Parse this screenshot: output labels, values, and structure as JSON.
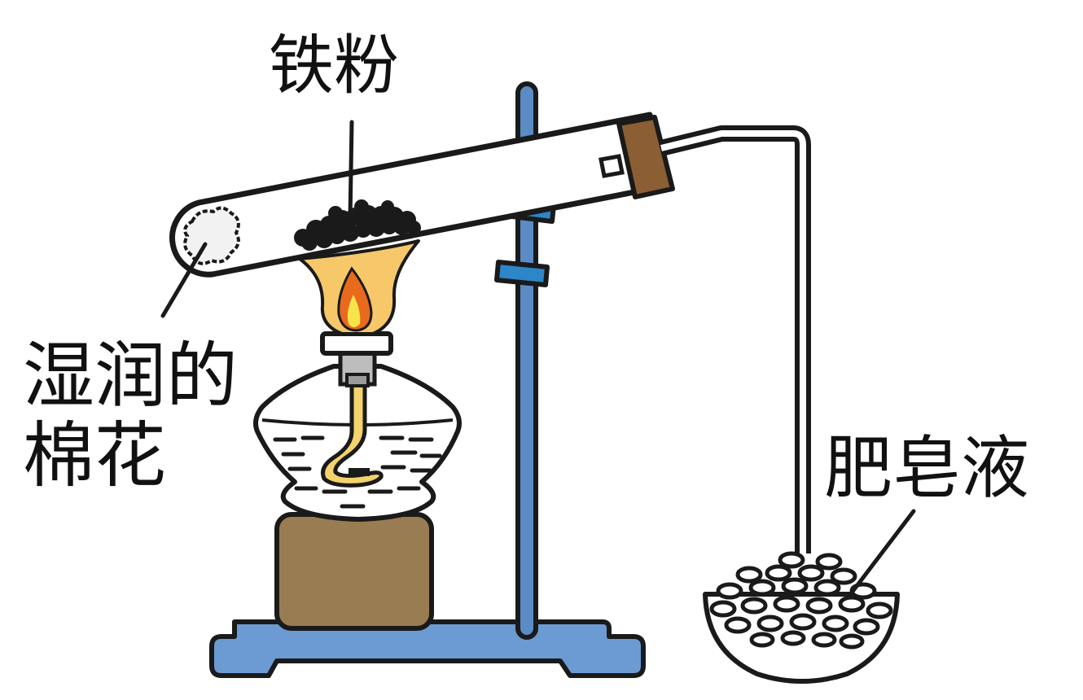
{
  "labels": {
    "iron_powder": "铁粉",
    "wet_cotton_line1": "湿润的",
    "wet_cotton_line2": "棉花",
    "soap_solution": "肥皂液"
  },
  "colors": {
    "outline": "#1a1a1a",
    "stand_blue": "#6b9bd2",
    "rod_blue": "#5b8cc6",
    "clamp_blue": "#2c86c8",
    "stopper_brown": "#8b5e34",
    "block_brown": "#9a7c52",
    "flame_outer": "#f6c86a",
    "flame_inner": "#e86a1c",
    "flame_core": "#f7e34a",
    "wick_yellow": "#f3d36b",
    "iron_black": "#1a1a1a"
  }
}
